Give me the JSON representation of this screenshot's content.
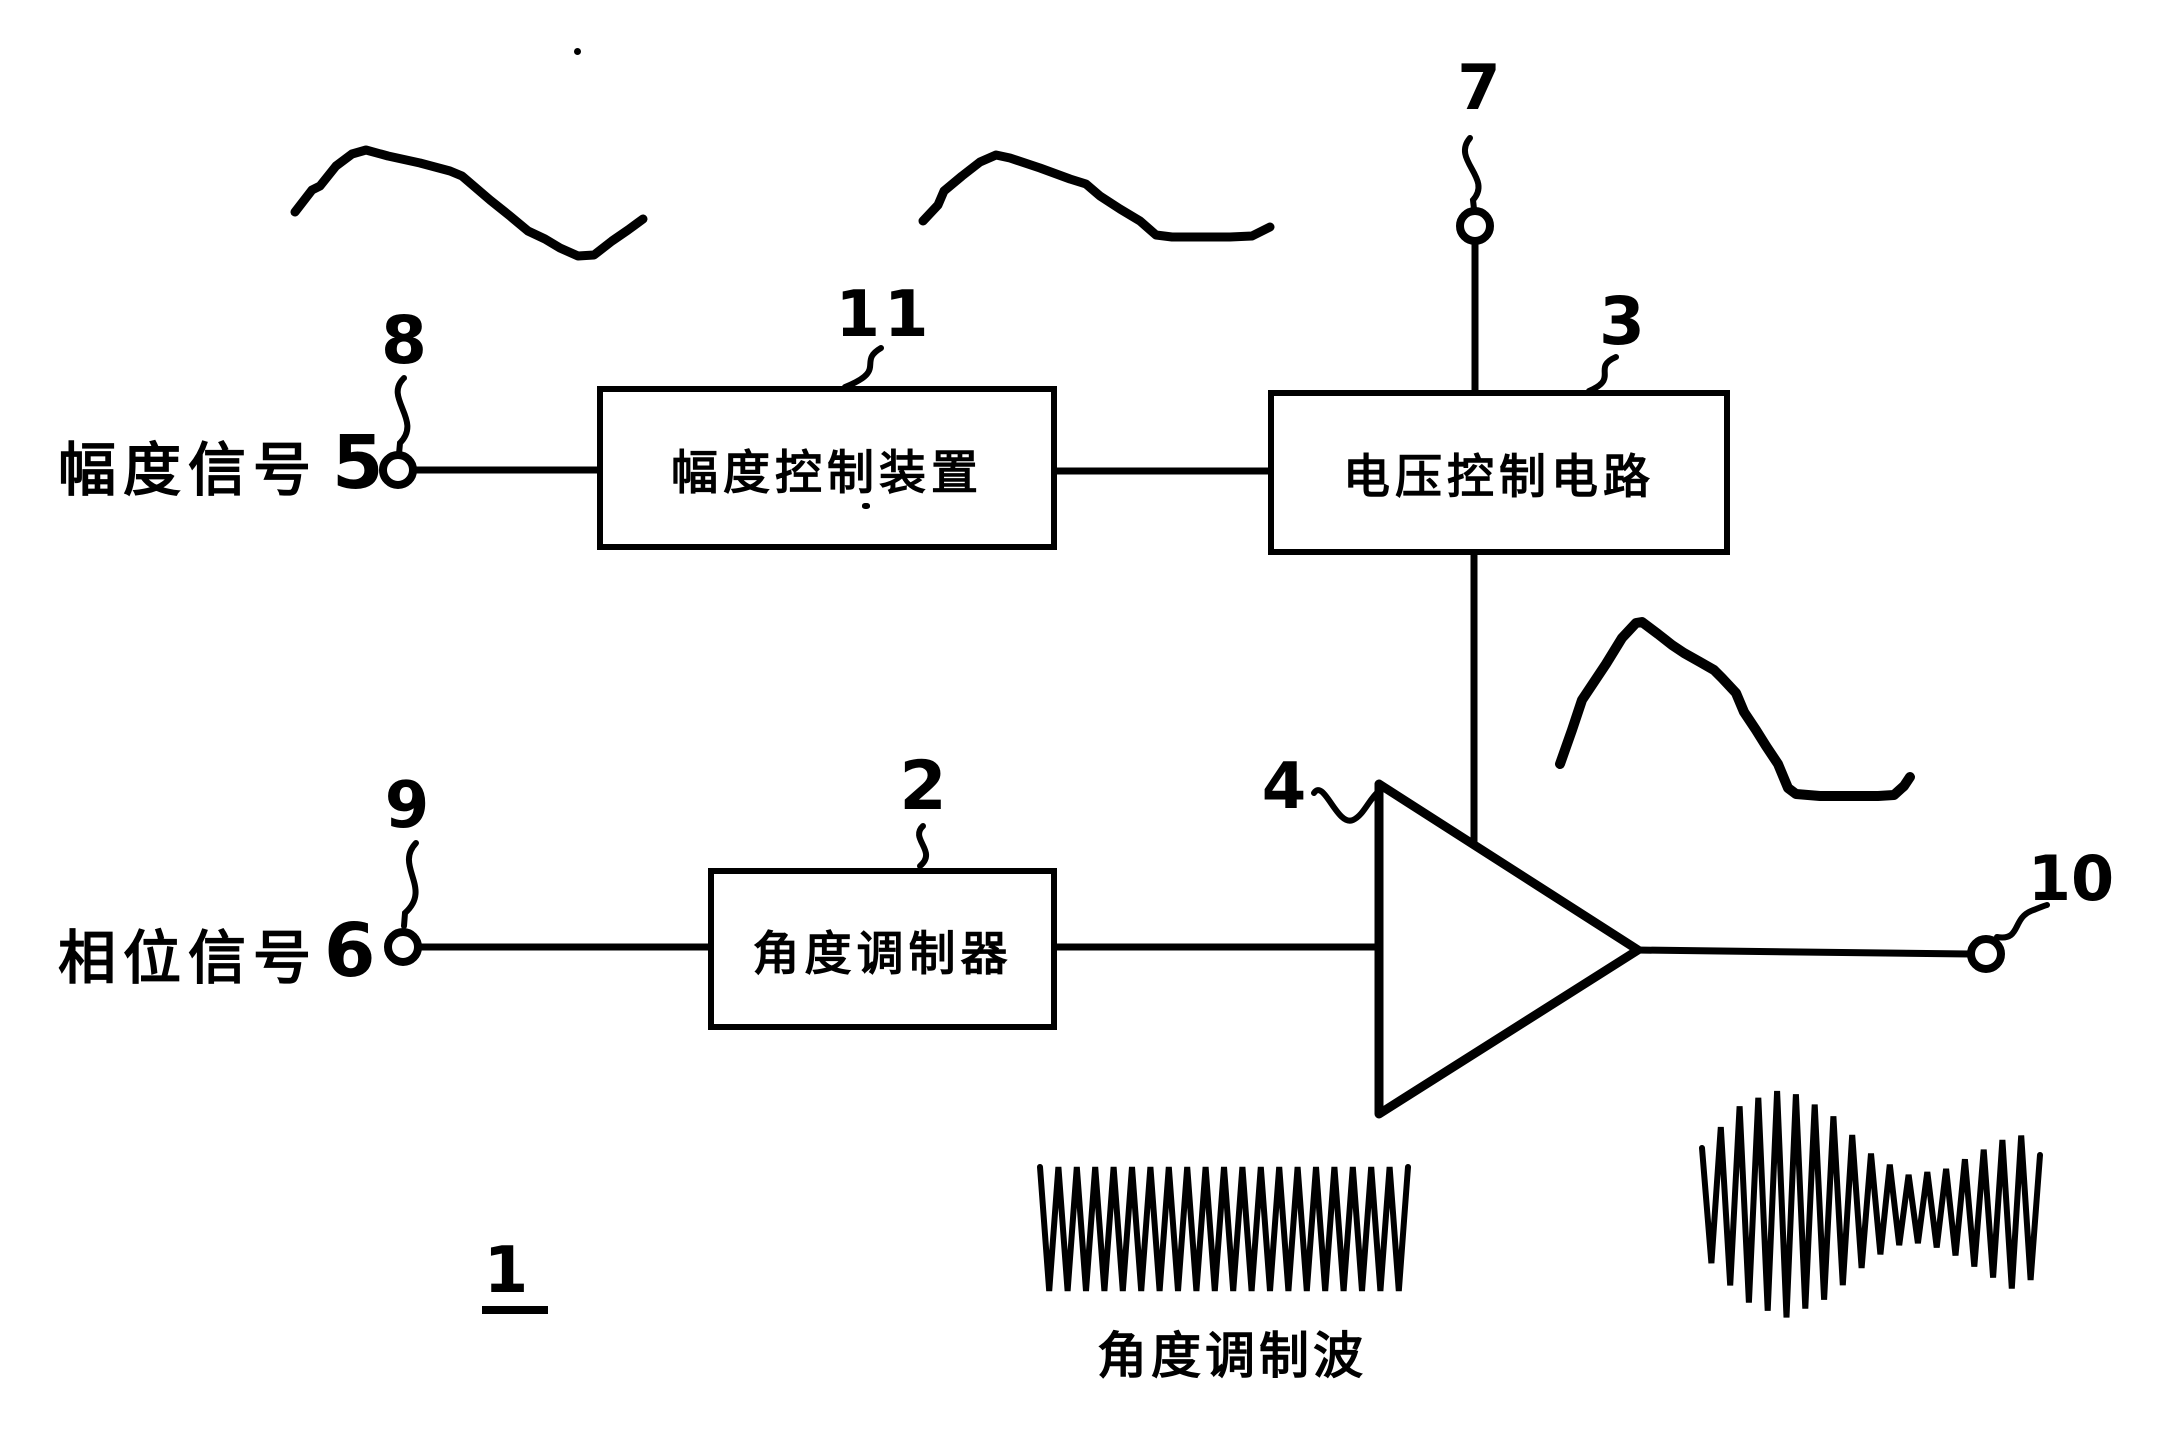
{
  "figure": {
    "number": "1",
    "caption": "角度调制波"
  },
  "labels": {
    "amplitude_signal": "幅度信号",
    "amplitude_ref": "5",
    "phase_signal": "相位信号",
    "phase_ref": "6"
  },
  "blocks": {
    "amplitude_control": {
      "label": "幅度控制装置",
      "ref": "11"
    },
    "voltage_control": {
      "label": "电压控制电路",
      "ref": "3"
    },
    "angle_modulator": {
      "label": "角度调制器",
      "ref": "2"
    }
  },
  "amplifier": {
    "ref": "4"
  },
  "terminals": {
    "t7": "7",
    "t8": "8",
    "t9": "9",
    "t10": "10"
  },
  "colors": {
    "ink": "#000000",
    "background": "#ffffff"
  }
}
